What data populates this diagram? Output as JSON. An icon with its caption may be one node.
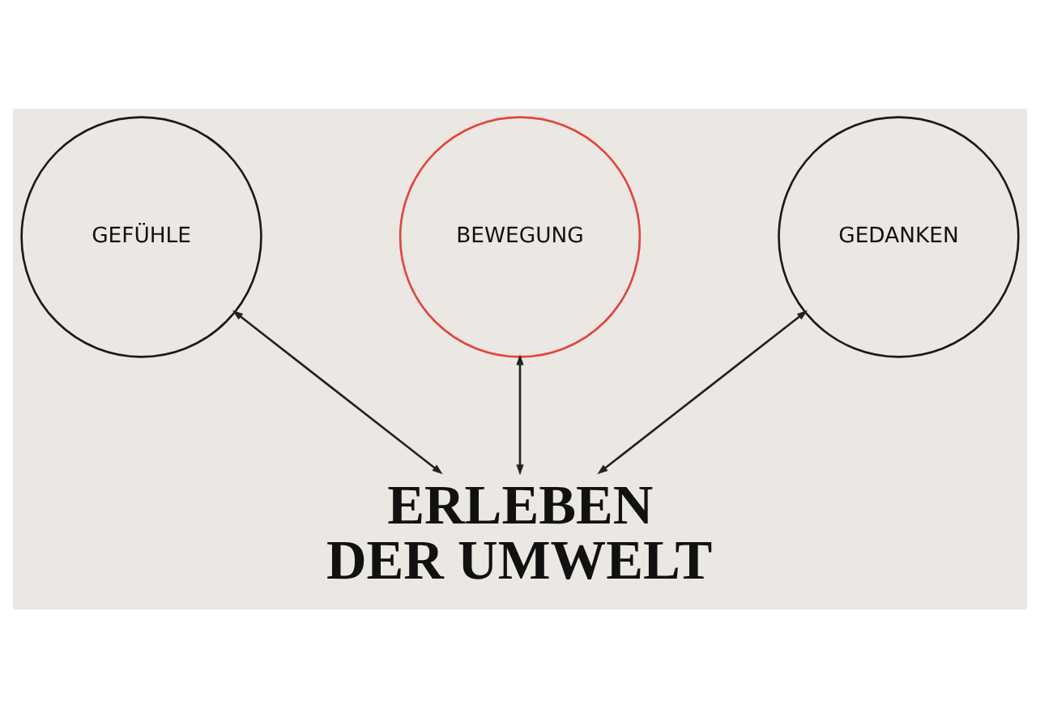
{
  "diagram": {
    "nodes": [
      {
        "text": [
          "GEFÜHLE"
        ]
      },
      {
        "text": [
          "BEWEGUNG"
        ]
      },
      {
        "text": [
          "GEDANKEN"
        ]
      },
      {
        "text": [
          "ERLEBEN DER UMWELT"
        ]
      }
    ],
    "edges": [
      {
        "from": 0,
        "to": 3,
        "arrow": "both"
      },
      {
        "from": 1,
        "to": 3,
        "arrow": "both"
      },
      {
        "from": 2,
        "to": 3,
        "arrow": "both"
      }
    ]
  }
}
